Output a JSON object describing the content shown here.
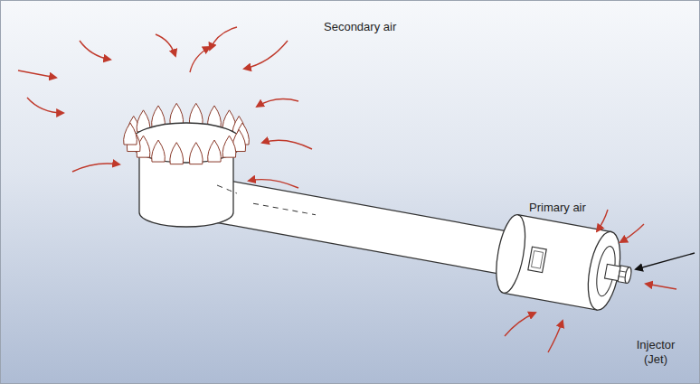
{
  "diagram": {
    "labels": [
      "Secondary air",
      "Primary air",
      "Injector (Jet)"
    ]
  }
}
